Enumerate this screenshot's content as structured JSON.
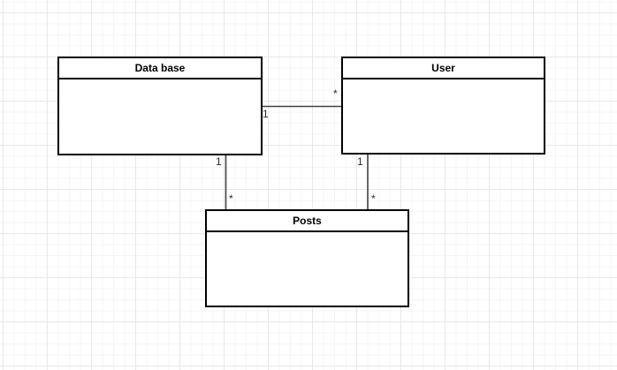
{
  "diagram": {
    "classes": [
      {
        "id": "database",
        "title": "Data base"
      },
      {
        "id": "user",
        "title": "User"
      },
      {
        "id": "posts",
        "title": "Posts"
      }
    ],
    "edges": [
      {
        "id": "database-user",
        "source": "database",
        "target": "user",
        "source_label": "1",
        "target_label": "*"
      },
      {
        "id": "database-posts",
        "source": "database",
        "target": "posts",
        "source_label": "1",
        "target_label": "*"
      },
      {
        "id": "user-posts",
        "source": "user",
        "target": "posts",
        "source_label": "1",
        "target_label": "*"
      }
    ]
  },
  "colors": {
    "canvas_background": "#ffffff",
    "grid_minor": "#f5f5f7",
    "grid_major": "#e8e8ec",
    "box_border": "#000000",
    "box_fill": "#ffffff",
    "edge_stroke": "#424242",
    "label_text": "#2b2b2b",
    "title_text": "#000000"
  }
}
